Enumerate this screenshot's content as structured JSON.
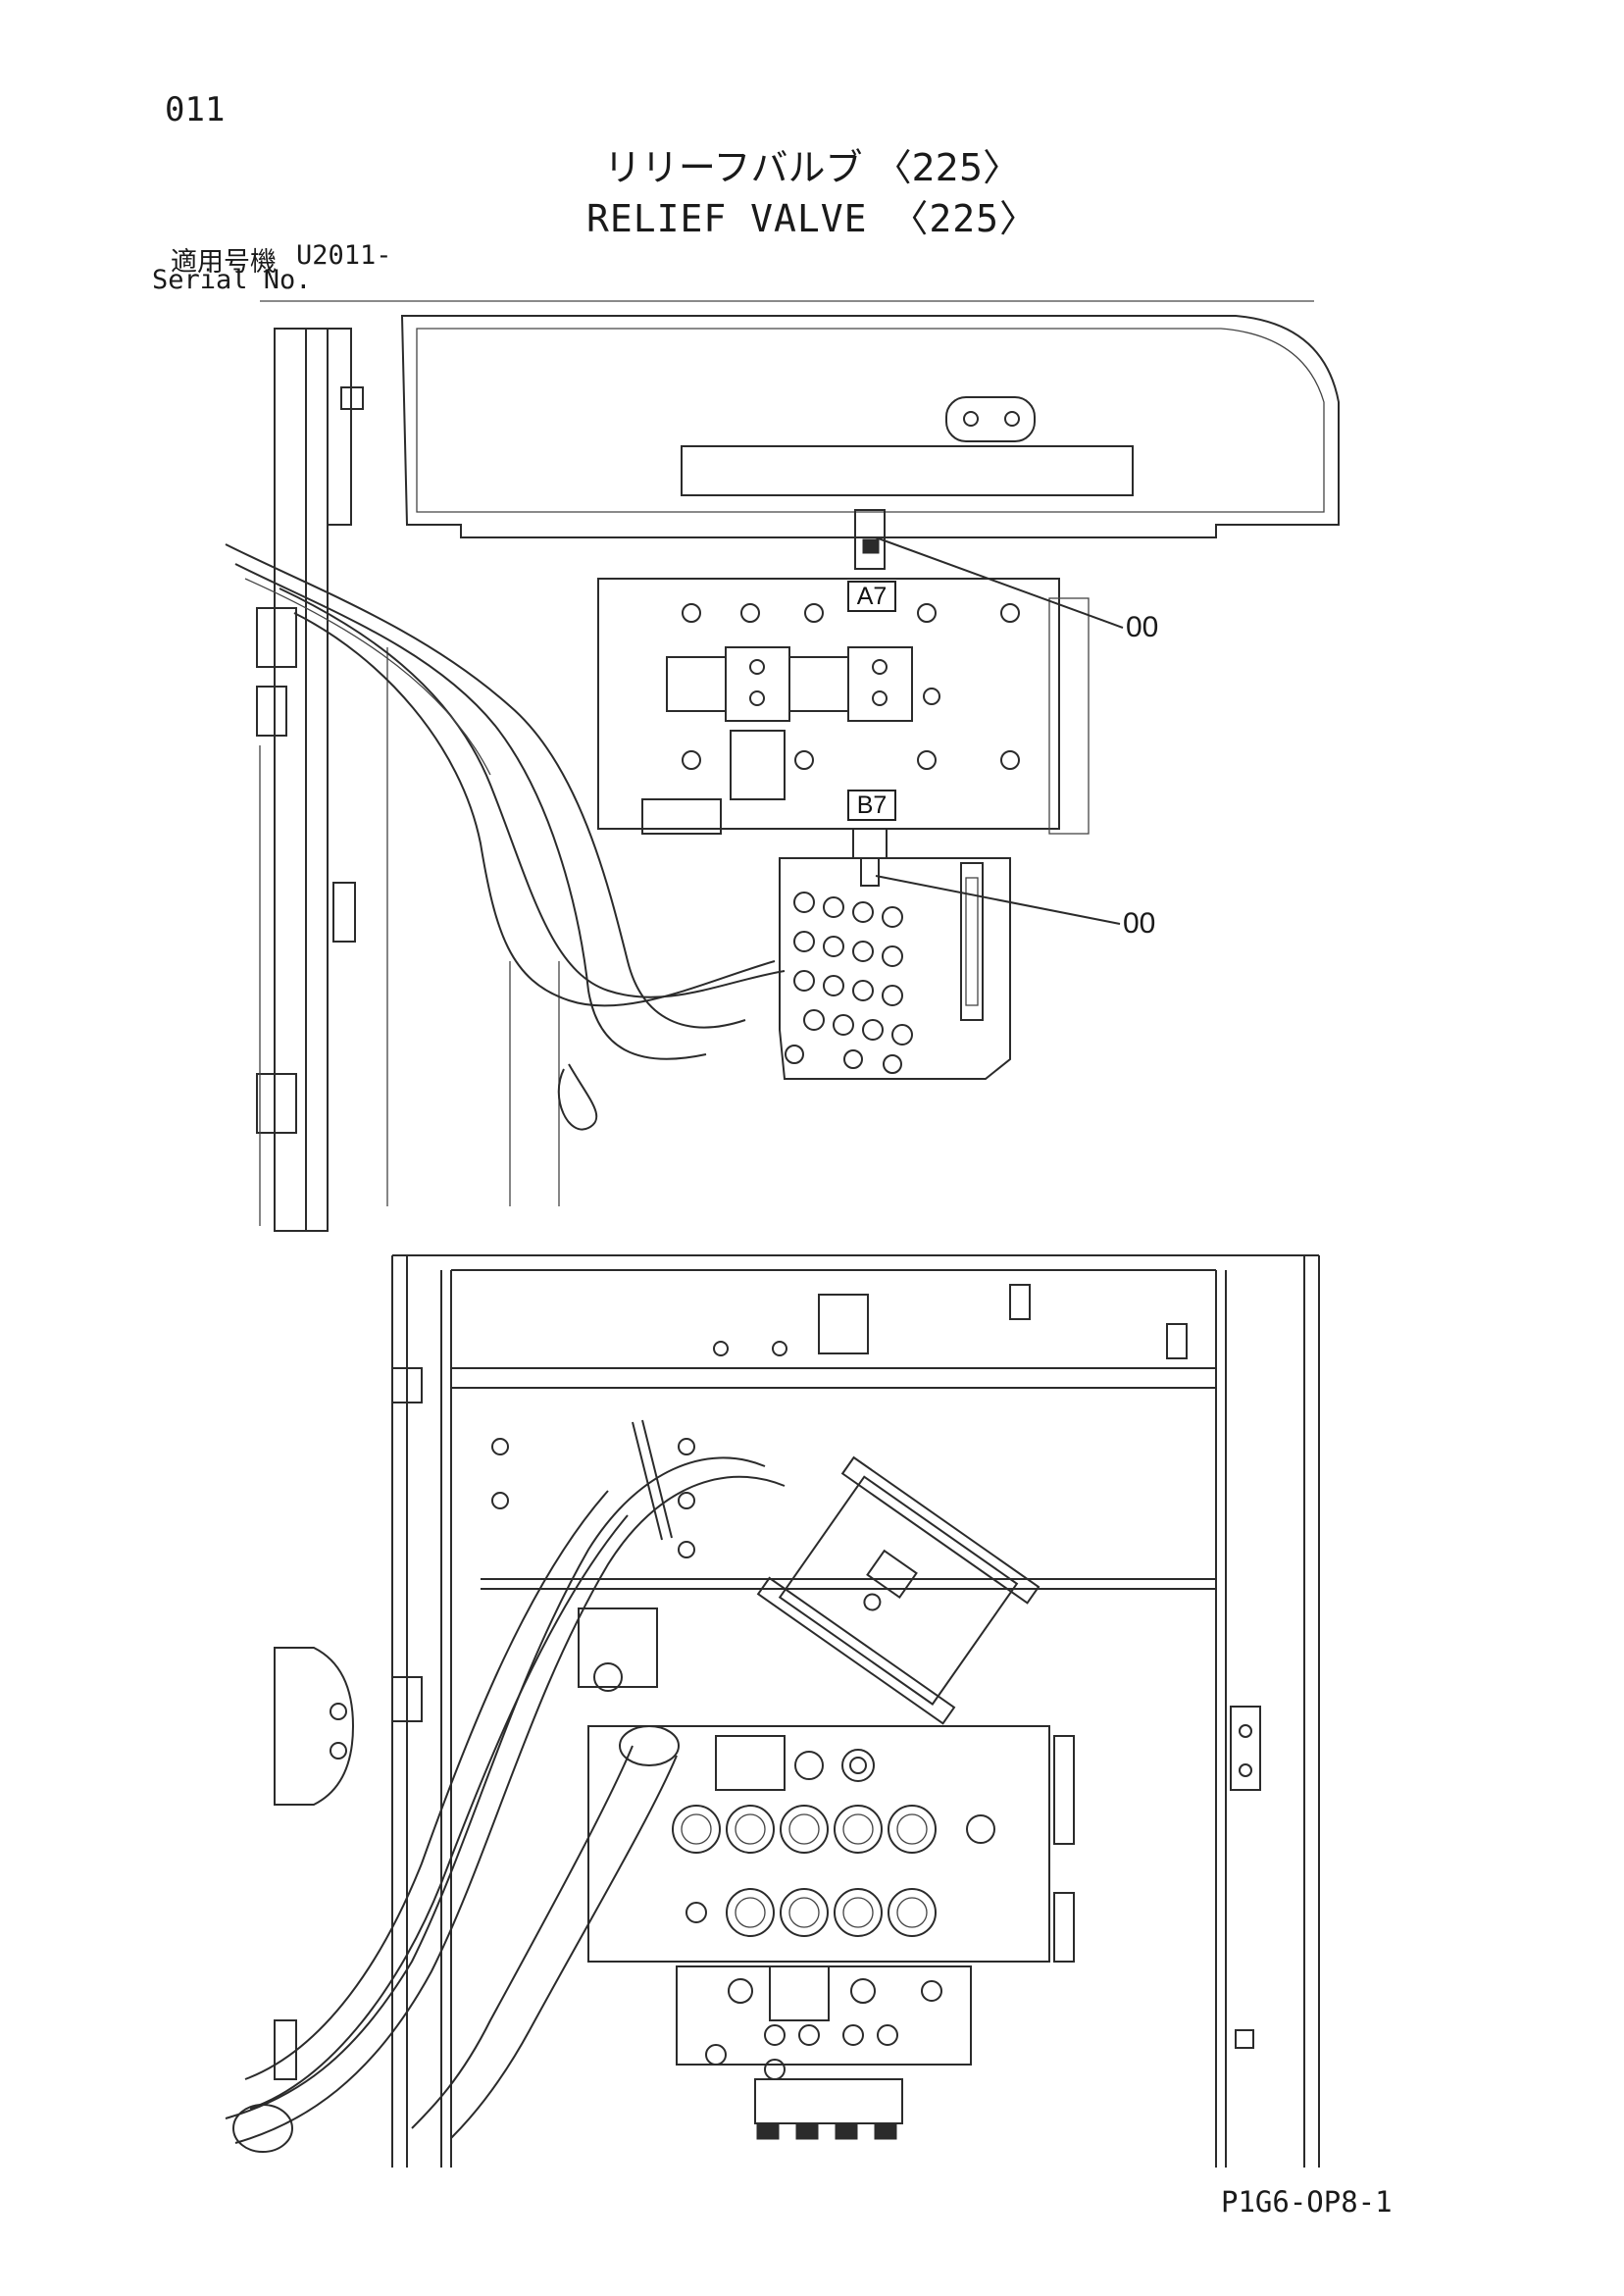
{
  "header": {
    "page_number": "011",
    "title_jp": "リリーフバルブ 〈225〉",
    "title_en": "RELIEF VALVE 〈225〉",
    "serial_label_jp": "適用号機",
    "serial_label_en": "Serial No.",
    "serial_value": "U2011-"
  },
  "callouts": {
    "top": "00",
    "bottom": "00"
  },
  "port_tags": {
    "a7": "A7",
    "b7": "B7"
  },
  "footer": {
    "drawing_code": "P1G6-OP8-1"
  }
}
